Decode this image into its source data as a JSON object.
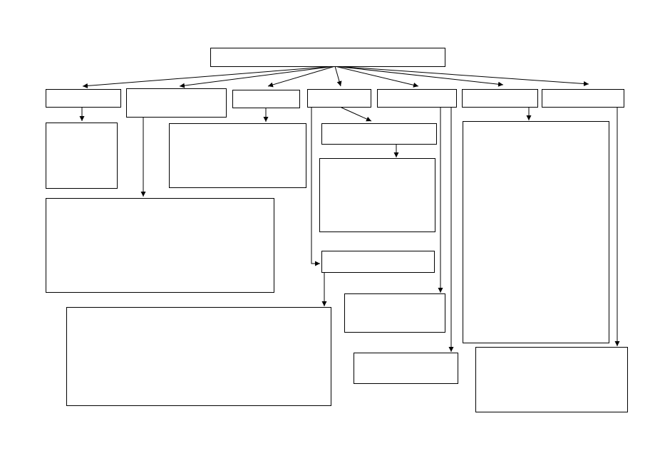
{
  "diagram": {
    "nodes": [
      {
        "id": "root",
        "label": ""
      },
      {
        "id": "n1",
        "label": ""
      },
      {
        "id": "n2",
        "label": ""
      },
      {
        "id": "n3",
        "label": ""
      },
      {
        "id": "n4",
        "label": ""
      },
      {
        "id": "n5",
        "label": ""
      },
      {
        "id": "n6",
        "label": ""
      },
      {
        "id": "n7",
        "label": ""
      },
      {
        "id": "n1a",
        "label": ""
      },
      {
        "id": "n2a",
        "label": ""
      },
      {
        "id": "n2b",
        "label": ""
      },
      {
        "id": "n3a",
        "label": ""
      },
      {
        "id": "n4a",
        "label": ""
      },
      {
        "id": "n4b",
        "label": ""
      },
      {
        "id": "n4c",
        "label": ""
      },
      {
        "id": "n5a",
        "label": ""
      },
      {
        "id": "n5b",
        "label": ""
      },
      {
        "id": "n6a",
        "label": ""
      },
      {
        "id": "n7a",
        "label": ""
      }
    ],
    "edges": [
      {
        "from": "root",
        "to": "n1"
      },
      {
        "from": "root",
        "to": "n2"
      },
      {
        "from": "root",
        "to": "n3"
      },
      {
        "from": "root",
        "to": "n4"
      },
      {
        "from": "root",
        "to": "n5"
      },
      {
        "from": "root",
        "to": "n6"
      },
      {
        "from": "root",
        "to": "n7"
      },
      {
        "from": "n1",
        "to": "n1a"
      },
      {
        "from": "n2",
        "to": "n2a"
      },
      {
        "from": "n2a",
        "to": "n2b"
      },
      {
        "from": "n3",
        "to": "n3a"
      },
      {
        "from": "n4",
        "to": "n4a"
      },
      {
        "from": "n4a",
        "to": "n4b"
      },
      {
        "from": "n4",
        "to": "n4c"
      },
      {
        "from": "n5",
        "to": "n5a"
      },
      {
        "from": "n5",
        "to": "n5b"
      },
      {
        "from": "n6",
        "to": "n6a"
      },
      {
        "from": "n7",
        "to": "n7a"
      }
    ],
    "colors": {
      "stroke": "#000000",
      "fill": "#ffffff"
    }
  }
}
